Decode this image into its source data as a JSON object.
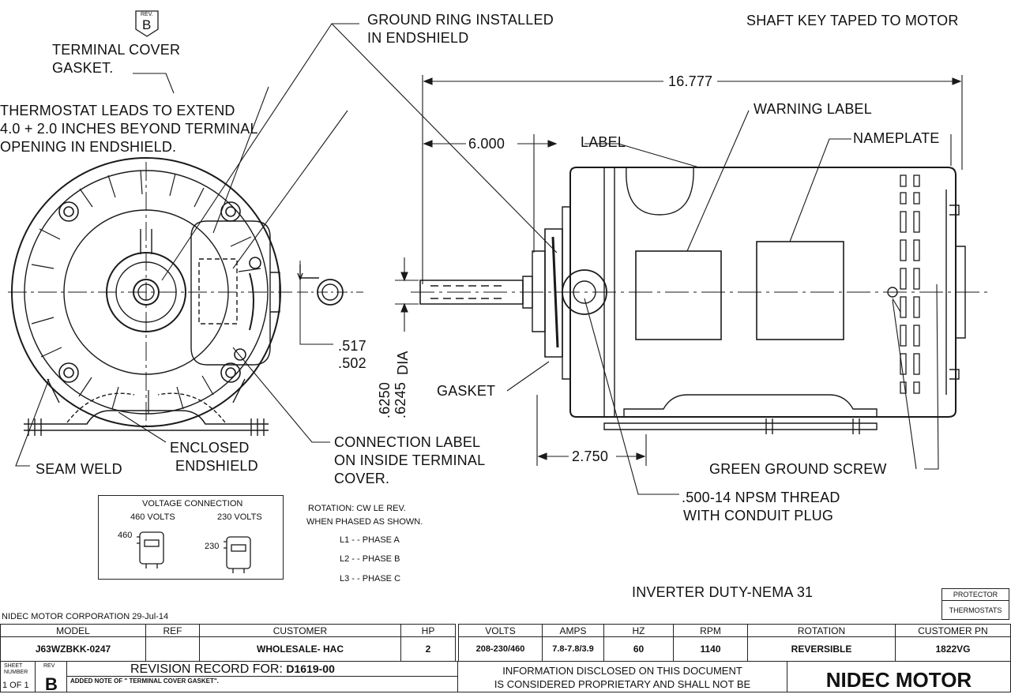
{
  "rev_badge": {
    "small": "REV.",
    "letter": "B"
  },
  "callouts": {
    "terminal_cover_gasket": [
      "TERMINAL COVER",
      "GASKET."
    ],
    "thermostat_leads": [
      "THERMOSTAT LEADS TO EXTEND",
      "4.0 + 2.0 INCHES BEYOND TERMINAL",
      "OPENING IN ENDSHIELD."
    ],
    "ground_ring": [
      "GROUND RING INSTALLED",
      "IN ENDSHIELD"
    ],
    "shaft_key": "SHAFT KEY TAPED TO MOTOR",
    "warning_label": "WARNING LABEL",
    "nameplate": "NAMEPLATE",
    "label": "LABEL",
    "gasket": "GASKET",
    "enclosed_endshield": [
      "ENCLOSED",
      "ENDSHIELD"
    ],
    "seam_weld": "SEAM WELD",
    "connection_label": [
      "CONNECTION LABEL",
      "ON INSIDE TERMINAL",
      "COVER."
    ],
    "green_ground_screw": "GREEN GROUND SCREW",
    "npsm_thread": [
      ".500-14 NPSM THREAD",
      "WITH CONDUIT PLUG"
    ],
    "inverter_duty": "INVERTER DUTY-NEMA 31"
  },
  "dimensions": {
    "overall_length": "16.777",
    "shaft_length": "6.000",
    "key_width": [
      ".517",
      ".502"
    ],
    "shaft_dia": [
      ".6250",
      ".6245"
    ],
    "dia_label": "DIA",
    "conduit_offset": "2.750"
  },
  "voltage_connection": {
    "title": "VOLTAGE CONNECTION",
    "high": "460 VOLTS",
    "low": "230 VOLTS",
    "high_tag": "460",
    "low_tag": "230"
  },
  "rotation_notes": {
    "line1": "ROTATION:  CW LE REV.",
    "line2": "WHEN PHASED AS SHOWN.",
    "phases": [
      "L1 - - PHASE A",
      "L2 - - PHASE B",
      "L3 - - PHASE C"
    ]
  },
  "protector": {
    "header": "PROTECTOR",
    "value": "THERMOSTATS"
  },
  "title_block": {
    "company_date": "NIDEC MOTOR CORPORATION 29-Jul-14",
    "headers": [
      "MODEL",
      "REF",
      "CUSTOMER",
      "HP",
      "VOLTS",
      "AMPS",
      "HZ",
      "RPM",
      "ROTATION",
      "CUSTOMER PN"
    ],
    "values": [
      "J63WZBKK-0247",
      "",
      "WHOLESALE- HAC",
      "2",
      "208-230/460",
      "7.8-7.8/3.9",
      "60",
      "1140",
      "REVERSIBLE",
      "1822VG"
    ],
    "sheet_label": "SHEET NUMBER",
    "sheet_value": "1 OF 1",
    "rev_label": "REV",
    "rev_value": "B",
    "revision_record": "REVISION RECORD FOR:",
    "revision_record_id": "D1619-00",
    "revision_note": "ADDED NOTE OF \" TERMINAL COVER GASKET\".",
    "proprietary": [
      "INFORMATION DISCLOSED ON THIS DOCUMENT",
      "IS CONSIDERED PROPRIETARY AND SHALL NOT BE"
    ],
    "brand": "NIDEC MOTOR"
  }
}
